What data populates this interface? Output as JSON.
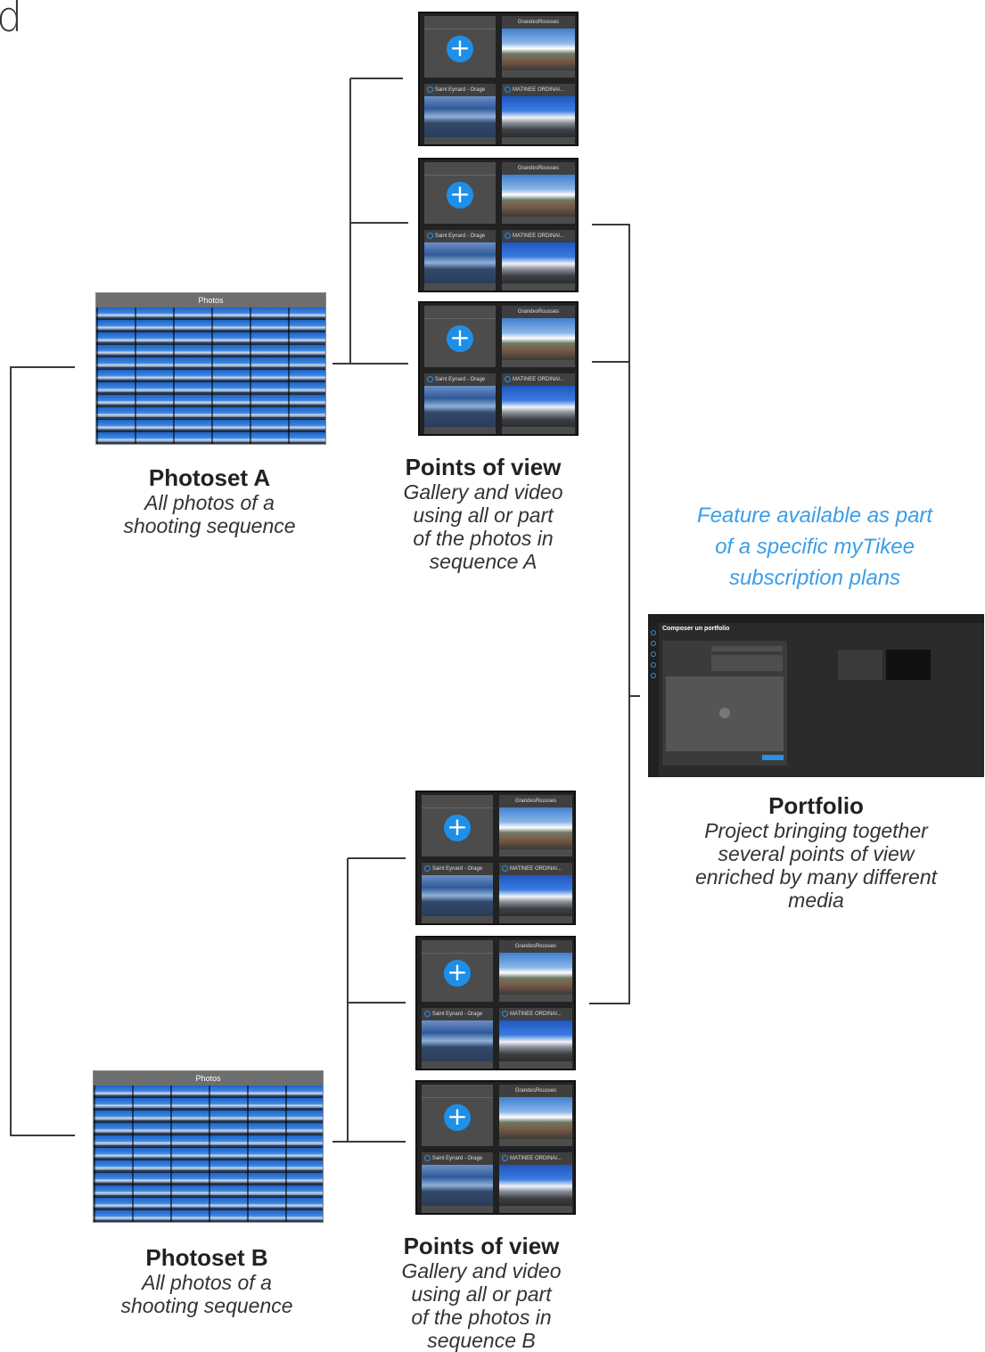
{
  "header_letter": "d",
  "photoset_a": {
    "bar_label": "Photos",
    "title": "Photoset A",
    "subtitle": [
      "All photos of a",
      "shooting sequence"
    ]
  },
  "photoset_b": {
    "bar_label": "Photos",
    "title": "Photoset B",
    "subtitle": [
      "All photos of a",
      "shooting sequence"
    ]
  },
  "pov_tiles": {
    "tile_top_right": "GrandesRousses",
    "tile_bottom_left": "Saint Eynard - Orage",
    "tile_bottom_right": "MATINEE ORDINAI..."
  },
  "pov_a": {
    "title": "Points of view",
    "subtitle": [
      "Gallery and video",
      "using all or part",
      "of the photos in",
      "sequence A"
    ]
  },
  "pov_b": {
    "title": "Points of view",
    "subtitle": [
      "Gallery and video",
      "using all or part",
      "of the photos in",
      "sequence B"
    ]
  },
  "feature_note": [
    "Feature available as part",
    "of a specific myTikee",
    "subscription plans"
  ],
  "portfolio": {
    "title": "Portfolio",
    "subtitle": [
      "Project bringing together",
      "several points of view",
      "enriched by many different",
      "media"
    ],
    "screen_title": "Composer un portfolio"
  },
  "colors": {
    "accent_blue": "#3a9ee8",
    "plus_blue": "#1e8fe8",
    "card_dark": "#222222",
    "tile_gray": "#4c4c4c"
  }
}
